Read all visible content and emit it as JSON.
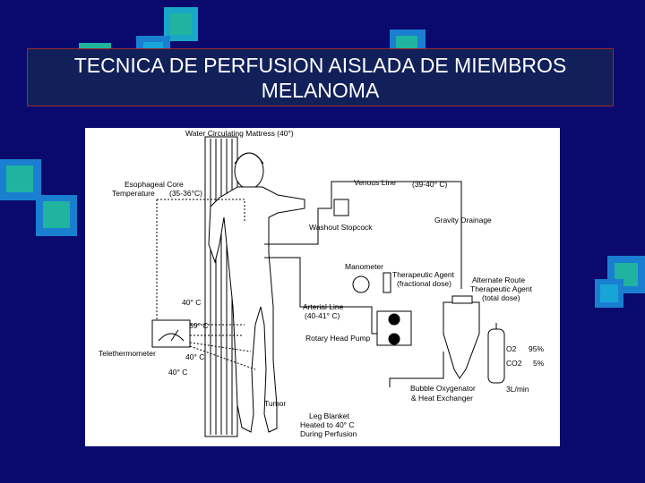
{
  "slide": {
    "title_line1": "TECNICA DE PERFUSION AISLADA DE MIEMBROS",
    "title_line2": "MELANOMA",
    "background_color": "#0a0a6e",
    "accent_teal": "#1fb3a0",
    "accent_blue": "#1a8fd0"
  },
  "diagram": {
    "water_mattress": "Water Circulating Mattress (40°)",
    "esophageal_1": "Esophageal Core",
    "esophageal_2": "Temperature",
    "esophageal_temp": "(35-36°C)",
    "venous_line": "Venous Line",
    "venous_temp": "(39-40° C)",
    "washout": "Washout Stopcock",
    "gravity": "Gravity Drainage",
    "manometer": "Manometer",
    "ther_agent_1": "Therapeutic Agent",
    "ther_agent_2": "(fractional dose)",
    "alt_route_1": "Alternate Route",
    "alt_route_2": "Therapeutic Agent",
    "alt_route_3": "(total dose)",
    "temp_40a": "40° C",
    "temp_39": "39° C",
    "temp_40b": "40° C",
    "temp_40c": "40° C",
    "arterial_1": "Arterial Line",
    "arterial_2": "(40-41° C)",
    "rotary": "Rotary Head Pump",
    "telethermometer": "Telethermometer",
    "o2": "O2",
    "o2_pct": "95%",
    "co2": "CO2",
    "co2_pct": "5%",
    "flow": "3L/min",
    "bubble_1": "Bubble Oxygenator",
    "bubble_2": "& Heat Exchanger",
    "tumor": "Tumor",
    "blanket_1": "Leg Blanket",
    "blanket_2": "Heated to 40° C",
    "blanket_3": "During Perfusion"
  }
}
